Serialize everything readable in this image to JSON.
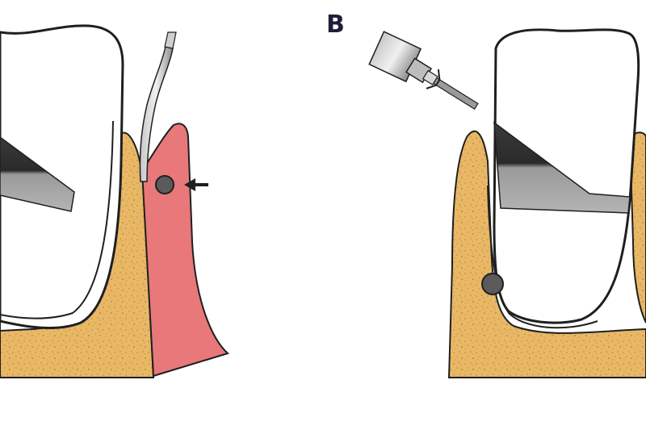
{
  "figure": {
    "panels": [
      {
        "id": "A",
        "label": ""
      },
      {
        "id": "B",
        "label": "B"
      }
    ],
    "colors": {
      "bone": "#e8b866",
      "bone_speckle": "#c88e3a",
      "gingiva": "#e8787a",
      "gingiva_edge": "#b84a4a",
      "tooth": "#ffffff",
      "outline": "#1f1f1f",
      "instrument_metal": "#9a9a9a",
      "instrument_dark": "#2e2e2e",
      "calculus": "#5a5a5a"
    }
  }
}
